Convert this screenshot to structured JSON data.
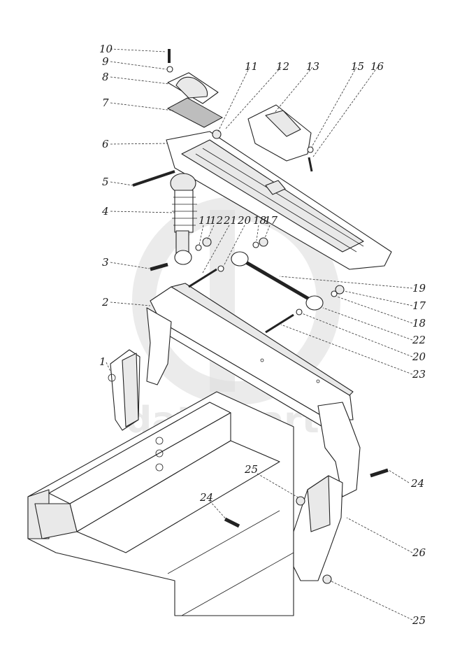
{
  "watermark": {
    "text": "data-parts"
  },
  "callouts": [
    {
      "label": "10"
    },
    {
      "label": "9"
    },
    {
      "label": "8"
    },
    {
      "label": "7"
    },
    {
      "label": "6"
    },
    {
      "label": "5"
    },
    {
      "label": "4"
    },
    {
      "label": "3"
    },
    {
      "label": "2"
    },
    {
      "label": "1"
    },
    {
      "label": "11"
    },
    {
      "label": "12"
    },
    {
      "label": "13"
    },
    {
      "label": "15"
    },
    {
      "label": "16"
    },
    {
      "label": "11"
    },
    {
      "label": "12"
    },
    {
      "label": "21"
    },
    {
      "label": "20"
    },
    {
      "label": "18"
    },
    {
      "label": "17"
    },
    {
      "label": "19"
    },
    {
      "label": "17"
    },
    {
      "label": "18"
    },
    {
      "label": "22"
    },
    {
      "label": "20"
    },
    {
      "label": "23"
    },
    {
      "label": "24"
    },
    {
      "label": "25"
    },
    {
      "label": "24"
    },
    {
      "label": "26"
    },
    {
      "label": "25"
    }
  ]
}
